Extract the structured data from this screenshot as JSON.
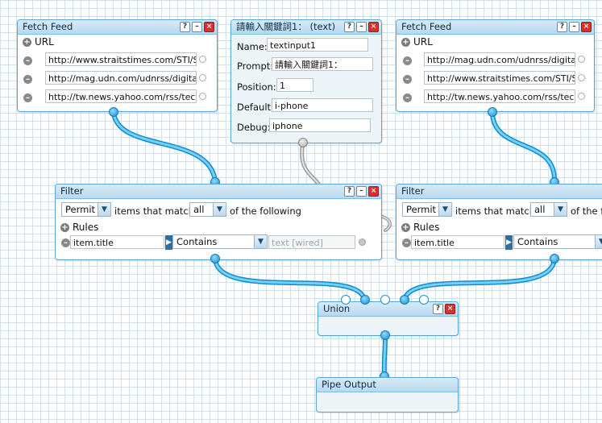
{
  "window_buttons": {
    "help": "?",
    "minimize": "–",
    "close": "×"
  },
  "fetch1": {
    "title": "Fetch Feed",
    "url_label": "URL",
    "urls": [
      "http://www.straitstimes.com/STI/ST",
      "http://mag.udn.com/udnrss/digital_",
      "http://tw.news.yahoo.com/rss/tech"
    ]
  },
  "textinput": {
    "title": "請輸入關鍵詞1： (text)",
    "fields": [
      {
        "label": "Name:",
        "value": "textinput1"
      },
      {
        "label": "Prompt:",
        "value": "請輸入關鍵詞1："
      },
      {
        "label": "Position:",
        "value": "1"
      },
      {
        "label": "Default:",
        "value": "i-phone"
      },
      {
        "label": "Debug:",
        "value": "iphone"
      }
    ]
  },
  "fetch2": {
    "title": "Fetch Feed",
    "url_label": "URL",
    "urls": [
      "http://mag.udn.com/udnrss/digital_",
      "http://www.straitstimes.com/STI/ST",
      "http://tw.news.yahoo.com/rss/tech"
    ]
  },
  "filter1": {
    "title": "Filter",
    "mode": "Permit",
    "items_text": "items that match",
    "match": "all",
    "following_text": "of the following",
    "rules_label": "Rules",
    "rule_field": "item.title",
    "rule_op": "Contains",
    "rule_value": "text [wired]"
  },
  "filter2": {
    "title": "Filter",
    "mode": "Permit",
    "items_text": "items that match",
    "match": "all",
    "following_text": "of the fo",
    "rules_label": "Rules",
    "rule_field": "item.title",
    "rule_op": "Contains"
  },
  "union": {
    "title": "Union"
  },
  "output": {
    "title": "Pipe Output"
  },
  "colors": {
    "wire": "#39b4e8",
    "border": "#5aa6db",
    "grid": "#cfe2f0"
  }
}
